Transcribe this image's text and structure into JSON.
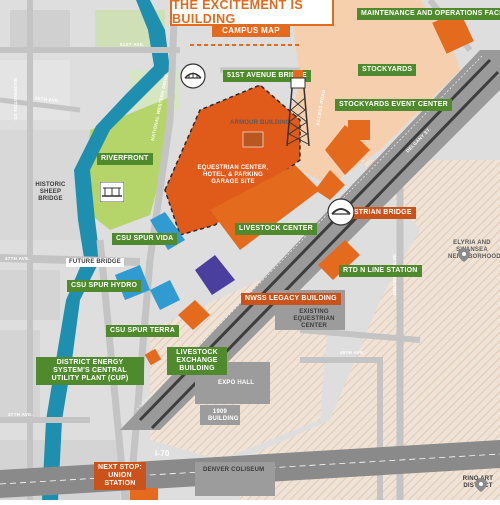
{
  "header": {
    "title": "THE EXCITEMENT IS BUILDING",
    "subtitle": "CAMPUS MAP"
  },
  "labels": {
    "maintenance": "MAINTENANCE AND OPERATIONS FACILITY",
    "stockyards": "STOCKYARDS",
    "stockyards_event": "STOCKYARDS EVENT CENTER",
    "bridge_51st": "51ST AVENUE BRIDGE",
    "riverfront": "RIVERFRONT",
    "livestock_center": "LIVESTOCK CENTER",
    "pedestrian_bridge": "PEDESTRIAN BRIDGE",
    "csu_vida": "CSU SPUR VIDA",
    "rtd_station": "RTD N LINE STATION",
    "csu_hydro": "CSU SPUR HYDRO",
    "legacy": "NWSS LEGACY BUILDING",
    "csu_terra": "CSU SPUR TERRA",
    "livestock_exchange": "LIVESTOCK EXCHANGE BUILDING",
    "district_energy": "DISTRICT ENERGY SYSTEM'S CENTRAL UTILITY PLANT (CUP)",
    "next_stop": "NEXT STOP: UNION STATION"
  },
  "plain_labels": {
    "armour": "ARMOUR BUILDING",
    "equestrian_site": "EQUESTRIAN CENTER, HOTEL, & PARKING GARAGE SITE",
    "historic_bridge": "HISTORIC SHEEP BRIDGE",
    "elyria": "ELYRIA AND SWANSEA NEIGHBORHOODS",
    "existing_equestrian": "EXISTING EQUESTRIAN CENTER",
    "expo_hall": "EXPO HALL",
    "building_1909": "1909 BUILDING",
    "coliseum": "DENVER COLISEUM",
    "rino": "RINO ART DISTRICT",
    "i70": "I-70",
    "future_bridge": "FUTURE BRIDGE"
  },
  "streets": {
    "ave_51st": "51ST AVE.",
    "ave_50th": "50TH AVE.",
    "ave_47th": "47TH AVE.",
    "ave_46th": "46TH AVE.",
    "ave_47th_b": "47TH AVE.",
    "washington": "WASHINGTON ST.",
    "national_western_dr": "NATIONAL WESTERN DRIVE",
    "brighton": "BRIGHTON BLVD.",
    "access_road": "ACCESS ROAD",
    "delgany": "DELGANY ST."
  },
  "colors": {
    "orange": "#e46a1d",
    "label_orange": "#c9531b",
    "label_green": "#4f8a2d",
    "river": "#1f8fb0",
    "road": "#bdbdbd",
    "rail": "#4a4a4a",
    "green_area": "#8fbf4a",
    "light_orange": "#f2c4a1",
    "blue_building": "#2f9bd0",
    "purple_building": "#4a3f9e"
  },
  "icons": [
    "bridge-icon",
    "tower-icon",
    "pedestrian-bridge-icon",
    "location-pin-icon",
    "sheep-bridge-icon"
  ]
}
